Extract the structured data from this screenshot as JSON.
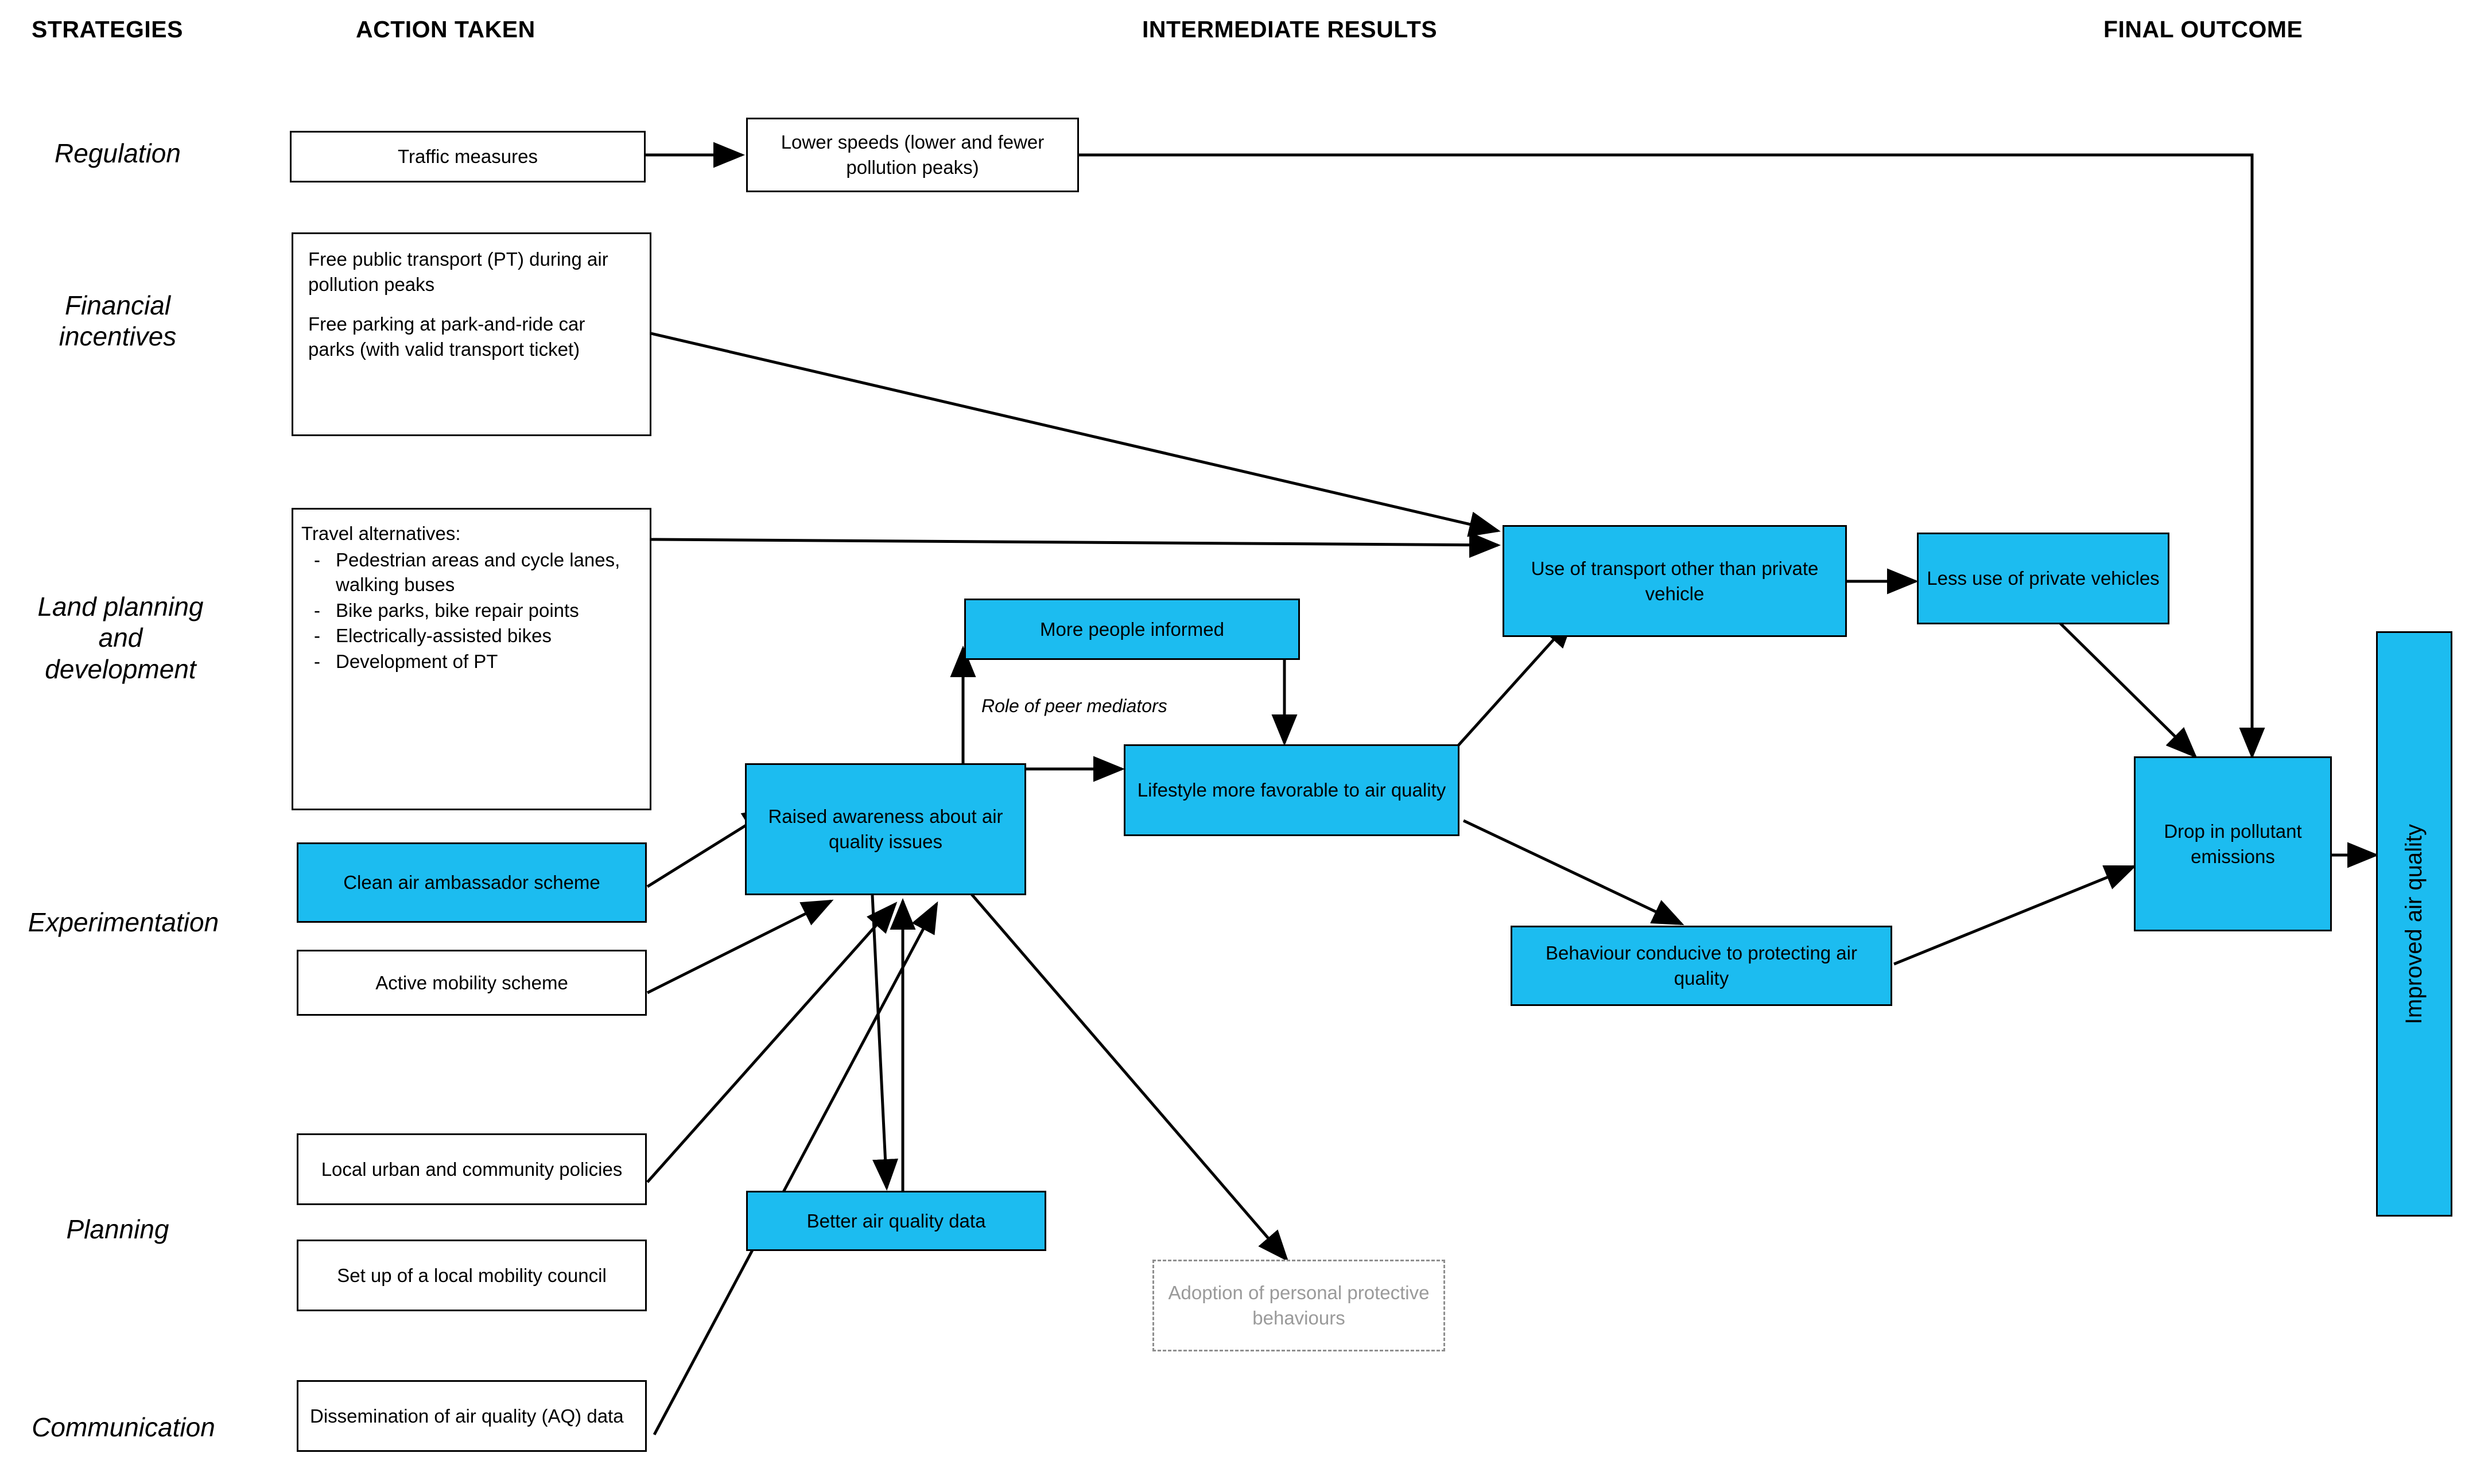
{
  "colors": {
    "node_blue": "#1CBCF0",
    "node_white": "#FFFFFF",
    "border_black": "#000000",
    "ghost_grey": "#8F8F8F"
  },
  "headers": {
    "strategies": "STRATEGIES",
    "action_taken": "ACTION TAKEN",
    "intermediate_results": "INTERMEDIATE RESULTS",
    "final_outcome": "FINAL OUTCOME"
  },
  "strategies": [
    {
      "label": "Regulation"
    },
    {
      "label": "Financial\nincentives"
    },
    {
      "label": "Land planning\nand\ndevelopment"
    },
    {
      "label": "Experimentation"
    },
    {
      "label": "Planning"
    },
    {
      "label": "Communication"
    }
  ],
  "actions": {
    "traffic_measures": "Traffic measures",
    "free_pt": "Free public transport (PT) during air pollution peaks",
    "free_parking": "Free parking at park-and-ride car parks (with valid transport ticket)",
    "travel_alternatives_head": "Travel alternatives:",
    "travel_alternatives_items": [
      "Pedestrian areas and cycle lanes, walking buses",
      "Bike parks, bike repair points",
      "Electrically-assisted bikes",
      "Development of PT"
    ],
    "clean_air_ambassador": "Clean air ambassador scheme",
    "active_mobility": "Active mobility scheme",
    "local_urban_policies": "Local urban and community policies",
    "local_mobility_council": "Set up of a local mobility council",
    "aq_dissemination": "Dissemination of air quality (AQ) data"
  },
  "intermediate": {
    "lower_speeds": "Lower speeds (lower and fewer pollution peaks)",
    "more_people_informed": "More people informed",
    "raised_awareness": "Raised awareness about air quality issues",
    "lifestyle_favorable": "Lifestyle more favorable to air quality",
    "use_of_transport": "Use of transport other than private vehicle",
    "less_private_vehicles": "Less use of private vehicles",
    "behaviour_conducive": "Behaviour conducive to protecting air quality",
    "better_aq_data": "Better air quality data",
    "personal_protective": "Adoption of personal protective behaviours",
    "drop_emissions": "Drop in pollutant emissions"
  },
  "final": {
    "improved_air_quality": "Improved air quality"
  },
  "edge_labels": {
    "peer_mediators": "Role of peer mediators"
  }
}
